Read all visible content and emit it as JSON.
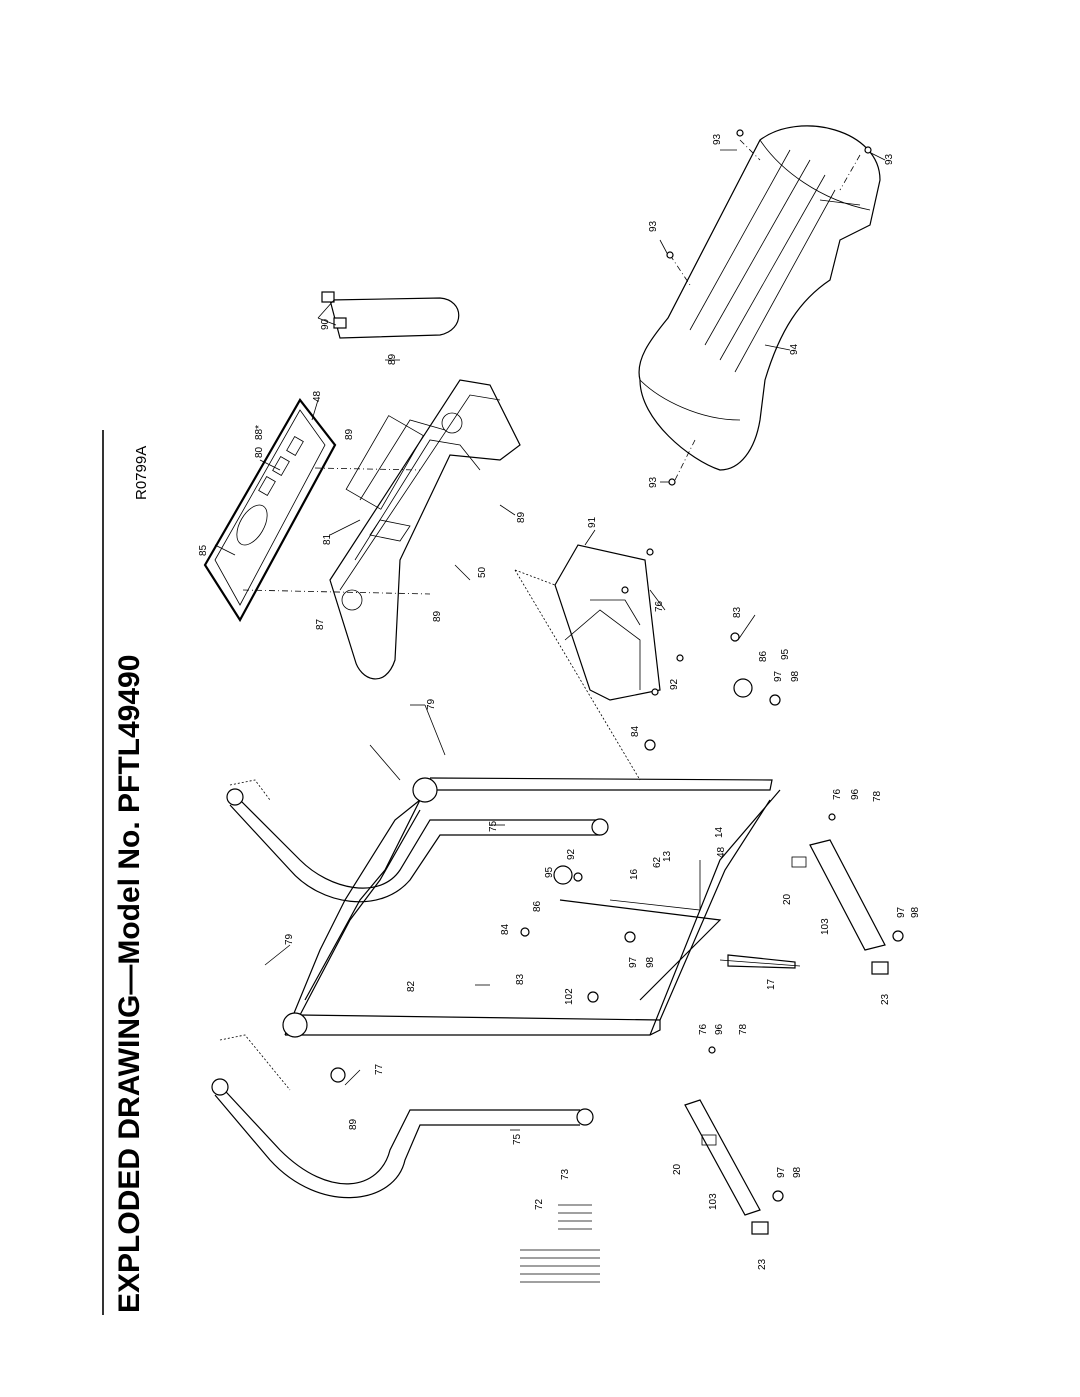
{
  "title": "EXPLODED DRAWING—Model No. PFTL49490",
  "drawing_code": "R0799A",
  "labels": {
    "p93a": "93",
    "p93b": "93",
    "p93c": "93",
    "p93d": "93",
    "p94": "94",
    "p90": "90",
    "p89a": "89",
    "p48a": "48",
    "p88": "88*",
    "p80": "80",
    "p89b": "89",
    "p85": "85",
    "p81": "81",
    "p89c": "89",
    "p87": "87",
    "p89d": "89",
    "p50": "50",
    "p91": "91",
    "p76a": "76",
    "p83a": "83",
    "p86a": "86",
    "p95a": "95",
    "p97a": "97",
    "p98a": "98",
    "p92a": "92",
    "p84a": "84",
    "p79a": "79",
    "p76b": "76",
    "p96a": "96",
    "p78a": "78",
    "p75a": "75",
    "p92b": "92",
    "p95b": "95",
    "p13": "13",
    "p62": "62",
    "p48b": "48",
    "p14": "14",
    "p16": "16",
    "p86b": "86",
    "p84b": "84",
    "p20a": "20",
    "p97b": "97",
    "p98b": "98",
    "p103a": "103",
    "p79b": "79",
    "p82": "82",
    "p83b": "83",
    "p102": "102",
    "p97c": "97",
    "p98c": "98",
    "p17": "17",
    "p23a": "23",
    "p76c": "76",
    "p96b": "96",
    "p78b": "78",
    "p77": "77",
    "p89e": "89",
    "p75b": "75",
    "p73": "73",
    "p72": "72",
    "p20b": "20",
    "p103b": "103",
    "p97d": "97",
    "p98d": "98",
    "p23b": "23"
  }
}
